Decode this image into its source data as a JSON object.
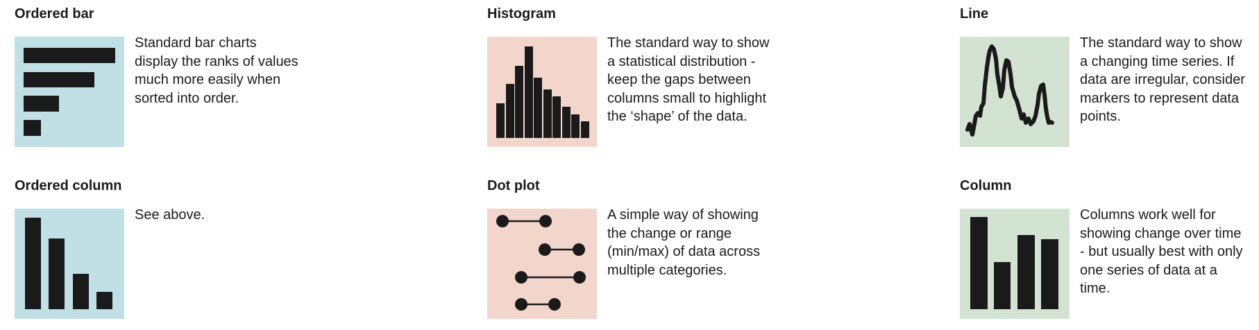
{
  "colors": {
    "comparison_tint": "#c0e0e6",
    "distribution_tint": "#f3d6cb",
    "change_over_time_tint": "#d2e3d2",
    "glyph": "#1a1a1a"
  },
  "cards": [
    {
      "title": "Ordered bar",
      "description": "Standard bar charts display the ranks of values much more easily when sorted into order.",
      "icon": "ordered-bar-chart-icon"
    },
    {
      "title": "Histogram",
      "description": "The standard way to show a statistical distribution - keep the gaps between columns small to highlight the ‘shape’ of the data.",
      "icon": "histogram-chart-icon"
    },
    {
      "title": "Line",
      "description": "The standard way to show a changing time series. If data are irregular, consider markers to represent data points.",
      "icon": "line-chart-icon"
    },
    {
      "title": "Ordered column",
      "description": "See above.",
      "icon": "ordered-column-chart-icon"
    },
    {
      "title": "Dot plot",
      "description": "A simple way of showing the change or range (min/max) of data across multiple categories.",
      "icon": "dot-plot-chart-icon"
    },
    {
      "title": "Column",
      "description": "Columns work well for showing change over time - but usually best with only one series of data at a time.",
      "icon": "column-chart-icon"
    }
  ]
}
